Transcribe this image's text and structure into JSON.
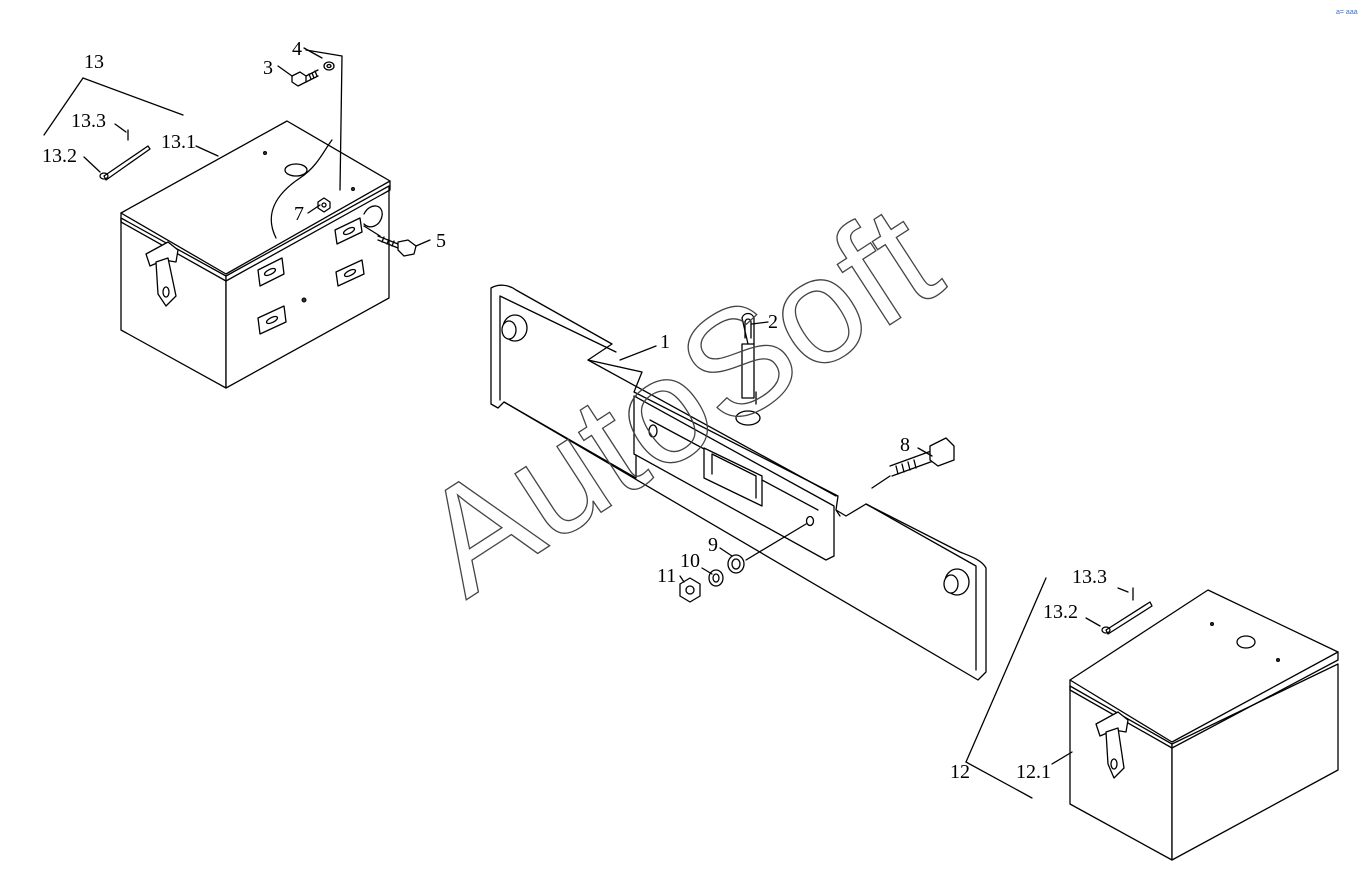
{
  "watermark": "AutoSoft",
  "corner_mark": "a= aaa",
  "callouts": {
    "c1": "1",
    "c2": "2",
    "c3": "3",
    "c4": "4",
    "c5": "5",
    "c7": "7",
    "c8": "8",
    "c9": "9",
    "c10": "10",
    "c11": "11",
    "c12": "12",
    "c12_1": "12.1",
    "c13": "13",
    "c13_1": "13.1",
    "c13_2_left": "13.2",
    "c13_3_left": "13.3",
    "c13_2_right": "13.2",
    "c13_3_right": "13.3"
  }
}
